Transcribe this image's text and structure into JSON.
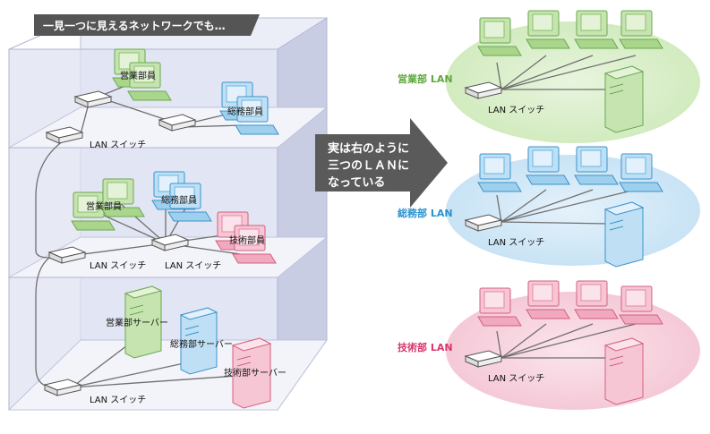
{
  "banner": "一見一つに見えるネットワークでも…",
  "arrow_lines": [
    "実は右のように",
    "三つのＬＡＮに",
    "なっている"
  ],
  "labels": {
    "sales_dept": "営業部員",
    "general_dept": "総務部員",
    "tech_dept": "技術部員",
    "switch": "LAN スイッチ",
    "sales_server": "営業部サーバー",
    "general_server": "総務部サーバー",
    "tech_server": "技術部サーバー",
    "sales_lan": "営業部 LAN",
    "general_lan": "総務部 LAN",
    "tech_lan": "技術部 LAN"
  },
  "colors": {
    "green": "#78c058",
    "blue": "#3aa0d8",
    "pink": "#e04a7a",
    "banner_bg": "#555555",
    "arrow": "#5a5a5a",
    "building_face": "#e8eaf5",
    "building_side": "#c7cbe3"
  }
}
